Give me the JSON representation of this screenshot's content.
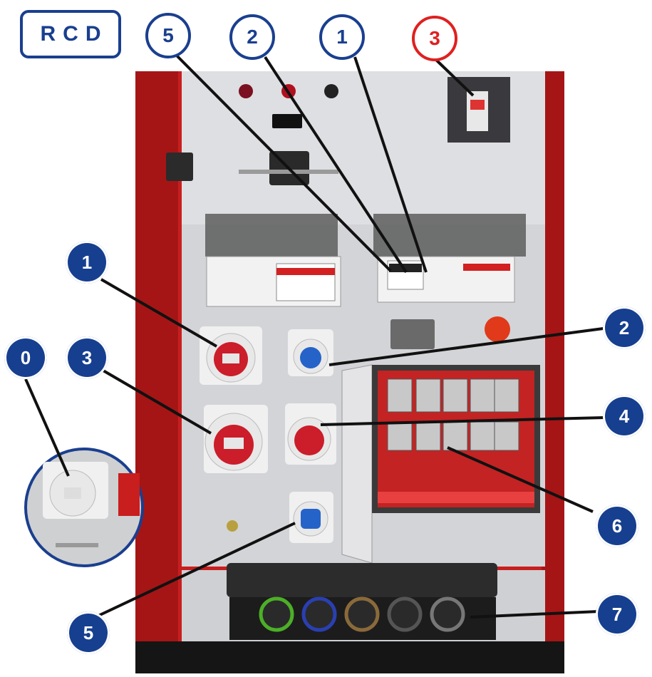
{
  "header": {
    "rcd_label": "RCD"
  },
  "top_markers": [
    {
      "label": "5",
      "color": "#1a3f8f"
    },
    {
      "label": "2",
      "color": "#1a3f8f"
    },
    {
      "label": "1",
      "color": "#1a3f8f"
    },
    {
      "label": "3",
      "color": "#e02020"
    }
  ],
  "side_badges": {
    "b1": "1",
    "b0": "0",
    "b3": "3",
    "b2r": "2",
    "b4": "4",
    "b6": "6",
    "b5": "5",
    "b7": "7"
  },
  "colors": {
    "badge_fill": "#173f8f",
    "ring_blue": "#1a3f8f",
    "ring_red": "#e02020",
    "cabinet_red": "#c81e1e",
    "panel_grey": "#d9d9dc"
  }
}
